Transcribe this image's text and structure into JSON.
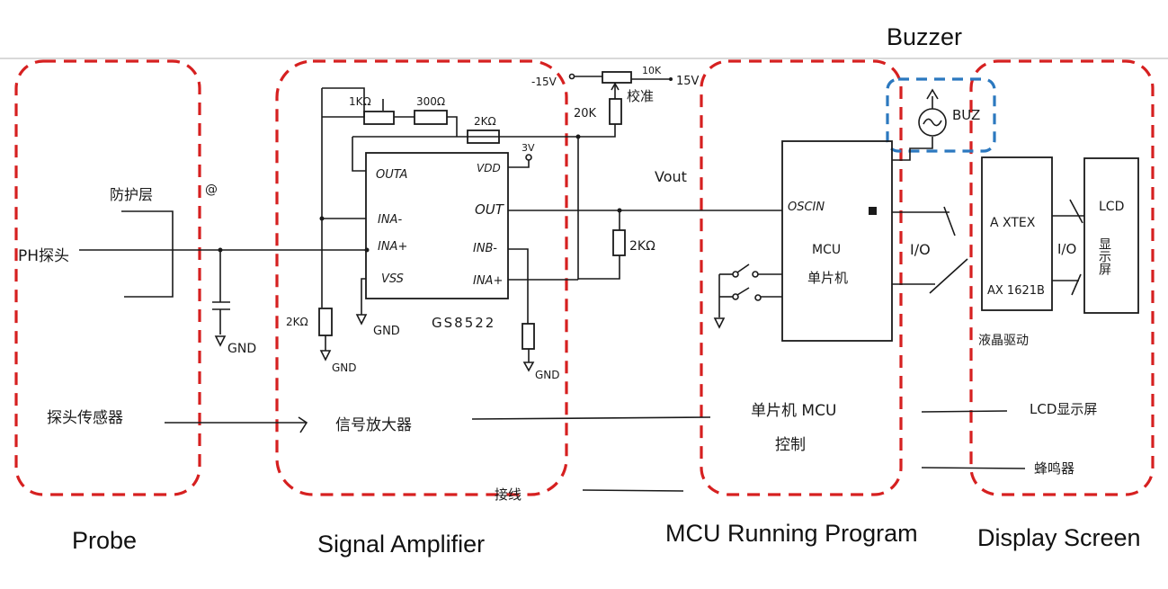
{
  "diagram": {
    "title_labels": {
      "buzzer": "Buzzer",
      "probe": "Probe",
      "signal_amplifier": "Signal Amplifier",
      "mcu": "MCU Running Program",
      "display": "Display Screen"
    },
    "probe_section": {
      "ph_probe_label": "PH探头",
      "shield_label": "防护层",
      "gnd_label": "GND",
      "flow_label": "探头传感器"
    },
    "amplifier_section": {
      "chip_name": "GS8522",
      "pins_left": [
        "OUTA",
        "INA-",
        "INA+",
        "VSS"
      ],
      "pins_right": [
        "VDD",
        "OUT",
        "INB-",
        "INA+"
      ],
      "vdd_voltage": "3V",
      "pot_label": "1KΩ",
      "resistor_300": "300Ω",
      "resistor_2k_top": "2KΩ",
      "resistor_2k_left": "2KΩ",
      "gnd_label": "GND",
      "flow_label": "信号放大器",
      "bottom_label": "接线"
    },
    "calibration": {
      "neg_supply": "-15V",
      "pos_supply": "15V",
      "pot_value": "10K",
      "resistor_20k": "20K",
      "calib_label": "校准",
      "vout_label": "Vout",
      "load_resistor": "2KΩ"
    },
    "mcu_section": {
      "input_pin": "OSCIN",
      "chip_line1": "MCU",
      "chip_line2": "单片机",
      "io_label": "I/O",
      "flow_line1": "单片机 MCU",
      "flow_line2": "控制"
    },
    "buzzer_section": {
      "label": "BUZ"
    },
    "display_section": {
      "driver_line1": "A XTEX",
      "driver_line2": "AX 1621B",
      "io_label": "I/O",
      "lcd_line1": "LCD",
      "lcd_line2": "显示屏",
      "driver_caption": "液晶驱动",
      "flow_line1": "LCD显示屏",
      "flow_line2": "蜂鸣器"
    },
    "colors": {
      "section_border": "#d62020",
      "buzzer_border": "#2b78bf",
      "ink": "#1a1a1a"
    }
  }
}
